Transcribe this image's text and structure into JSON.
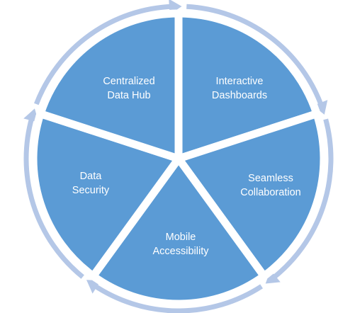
{
  "diagram": {
    "type": "cycle",
    "colors": {
      "segment_fill": "#5b9bd5",
      "ring": "#b4c7e7",
      "separator": "#ffffff",
      "label_text": "#ffffff"
    },
    "segments": [
      {
        "id": "interactive-dashboards",
        "lines": [
          "Interactive",
          "Dashboards"
        ]
      },
      {
        "id": "seamless-collaboration",
        "lines": [
          "Seamless",
          "Collaboration"
        ]
      },
      {
        "id": "mobile-accessibility",
        "lines": [
          "Mobile",
          "Accessibility"
        ]
      },
      {
        "id": "data-security",
        "lines": [
          "Data",
          "Security"
        ]
      },
      {
        "id": "centralized-data-hub",
        "lines": [
          "Centralized",
          "Data Hub"
        ]
      }
    ]
  }
}
